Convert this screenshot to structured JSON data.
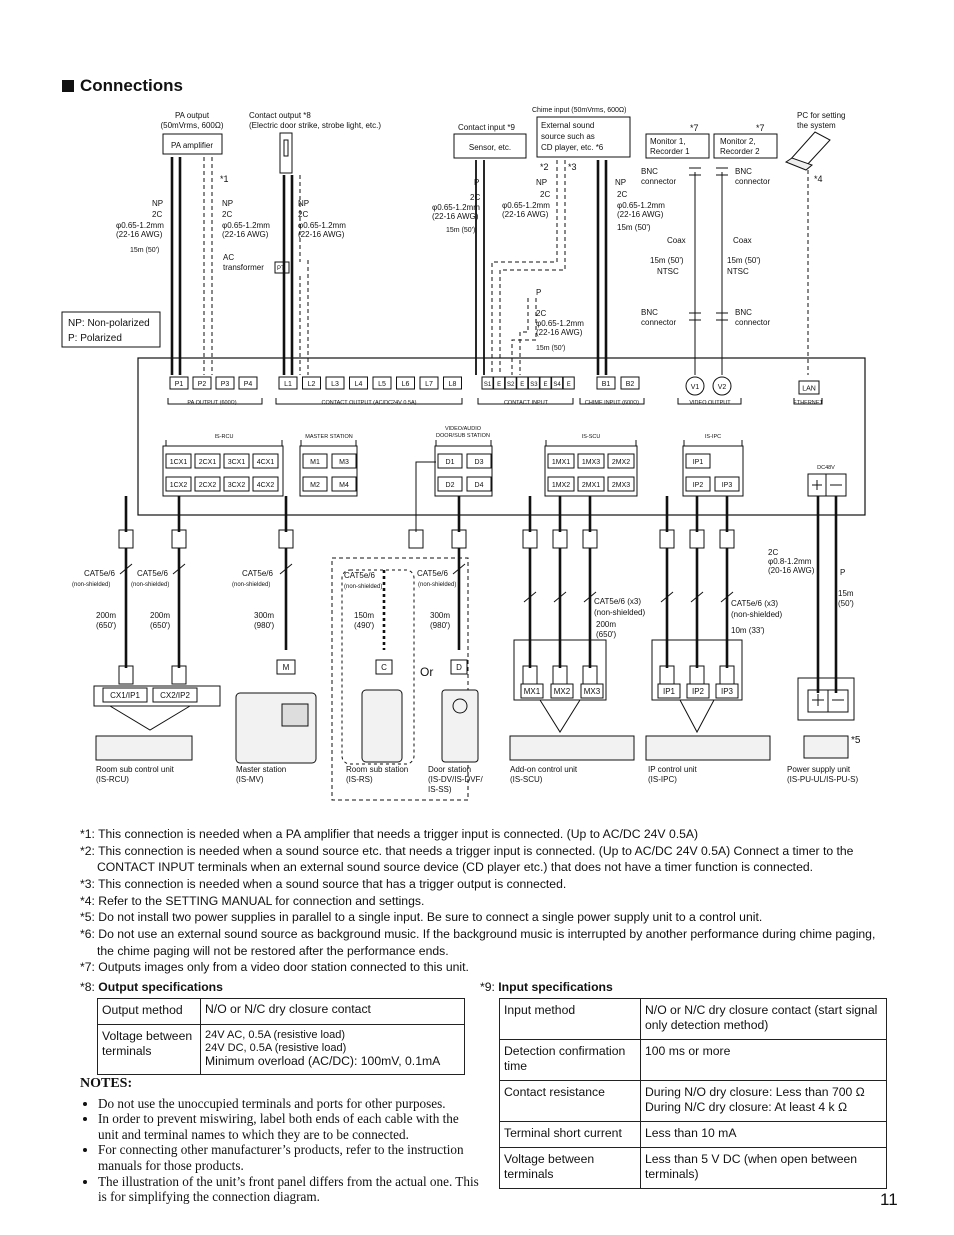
{
  "heading": "Connections",
  "page_number": "11",
  "diagram": {
    "pa_output": "PA output",
    "pa_output_level": "(50mVrms, 600Ω)",
    "pa_amplifier": "PA amplifier",
    "contact_output": "Contact output *8",
    "contact_output_sub": "(Electric door strike, strobe light, etc.)",
    "contact_input": "Contact input *9",
    "sensor": "Sensor, etc.",
    "chime_input": "Chime input (50mVrms, 600Ω)",
    "ext_sound": [
      "External sound",
      "source such as",
      "CD player, etc. *6"
    ],
    "monitor1": [
      "Monitor 1,",
      "Recorder 1"
    ],
    "monitor2": [
      "Monitor 2,",
      "Recorder 2"
    ],
    "star7": "*7",
    "pc": [
      "PC for setting",
      "the system"
    ],
    "star4": "*4",
    "star1": "*1",
    "star2": "*2",
    "star3": "*3",
    "star5": "*5",
    "np": "NP",
    "p": "P",
    "two_c": "2C",
    "gauge": "φ0.65-1.2mm",
    "awg": "(22-16 AWG)",
    "len15": "15m (50')",
    "ac_transformer": [
      "AC",
      "transformer"
    ],
    "pt": "PT",
    "bnc": [
      "BNC",
      "connector"
    ],
    "coax": "Coax",
    "ntsc": "NTSC",
    "legend": [
      "NP: Non-polarized",
      "P: Polarized"
    ],
    "terminals_pa": [
      "P1",
      "P2",
      "P3",
      "P4"
    ],
    "terminals_co": [
      "L1",
      "L2",
      "L3",
      "L4",
      "L5",
      "L6",
      "L7",
      "L8"
    ],
    "terminals_ci": [
      "S1",
      "E",
      "S2",
      "E",
      "S3",
      "E",
      "S4",
      "E"
    ],
    "terminals_chime": [
      "B1",
      "B2"
    ],
    "terminals_video": [
      "V1",
      "V2"
    ],
    "lan": "LAN",
    "grp_pa": "PA OUTPUT (600Ω)",
    "grp_co": "CONTACT OUTPUT (AC/DC24V  0.5A)",
    "grp_ci": "CONTACT INPUT",
    "grp_chime": "CHIME INPUT (600Ω)",
    "grp_video": "VIDEO OUTPUT",
    "grp_eth": "ETHERNET",
    "port_rcu": "IS-RCU",
    "port_ms": "MASTER STATION",
    "port_door": [
      "VIDEO/AUDIO",
      "DOOR/SUB STATION"
    ],
    "port_scu": "IS-SCU",
    "port_ipc": "IS-IPC",
    "dc48v": "DC48V",
    "ports_rcu_top": [
      "1CX1",
      "2CX1",
      "3CX1",
      "4CX1"
    ],
    "ports_rcu_bot": [
      "1CX2",
      "2CX2",
      "3CX2",
      "4CX2"
    ],
    "ports_ms_top": [
      "M1",
      "M3"
    ],
    "ports_ms_bot": [
      "M2",
      "M4"
    ],
    "ports_door_top": [
      "D1",
      "D3"
    ],
    "ports_door_bot": [
      "D2",
      "D4"
    ],
    "ports_scu_top": [
      "1MX1",
      "1MX3",
      "2MX2"
    ],
    "ports_scu_bot": [
      "1MX2",
      "2MX1",
      "2MX3"
    ],
    "ports_ipc_top": [
      "IP1"
    ],
    "ports_ipc_bot": [
      "IP2",
      "IP3"
    ],
    "cat": "CAT5e/6",
    "non_shielded": "(non-shielded)",
    "len200": [
      "200m",
      "(650')"
    ],
    "len300": [
      "300m",
      "(980')"
    ],
    "len150": [
      "150m",
      "(490')"
    ],
    "cat_x3": "CAT5e/6 (x3)",
    "non_shielded_x3": "(non-shielded)",
    "len10": "10m (33')",
    "gauge_power": [
      "2C",
      "φ0.8-1.2mm",
      "(20-16 AWG)"
    ],
    "len_power": [
      "15m",
      "(50')"
    ],
    "plug_m": "M",
    "plug_c": "C",
    "plug_d": "D",
    "or": "Or",
    "cx_labels": [
      "CX1/IP1",
      "CX2/IP2"
    ],
    "mx_labels": [
      "MX1",
      "MX2",
      "MX3"
    ],
    "ip_labels": [
      "IP1",
      "IP2",
      "IP3"
    ],
    "dev_rcu": [
      "Room sub control unit",
      "(IS-RCU)"
    ],
    "dev_mv": [
      "Master station",
      "(IS-MV)"
    ],
    "dev_rs": [
      "Room sub station",
      "(IS-RS)"
    ],
    "dev_door": [
      "Door station",
      "(IS-DV/IS-DVF/",
      "IS-SS)"
    ],
    "dev_scu": [
      "Add-on control unit",
      "(IS-SCU)"
    ],
    "dev_ipc": [
      "IP control unit",
      "(IS-IPC)"
    ],
    "dev_pu": [
      "Power supply unit",
      "(IS-PU-UL/IS-PU-S)"
    ]
  },
  "footnotes": [
    {
      "text": "*1: This connection is needed when a PA amplifier that needs a trigger input is connected. (Up to AC/DC 24V 0.5A)",
      "cont": ""
    },
    {
      "text": "*2: This connection is needed when a sound source etc. that needs a trigger input is connected. (Up to AC/DC 24V 0.5A) Connect a timer to the",
      "cont": "CONTACT INPUT terminals when an external sound source device (CD player etc.) that does not have a timer function is connected."
    },
    {
      "text": "*3: This connection is needed when a sound source that has a trigger output is connected.",
      "cont": ""
    },
    {
      "text": "*4: Refer to the SETTING MANUAL for connection and settings.",
      "cont": ""
    },
    {
      "text": "*5: Do not install two power supplies in parallel to a single input. Be sure to connect a single power supply unit to a control unit.",
      "cont": ""
    },
    {
      "text": "*6: Do not use an external sound source as background music. If the background music is interrupted by another performance during chime paging,",
      "cont": "the chime paging will not be restored after the performance ends."
    },
    {
      "text": "*7: Outputs images only from a video door station connected to this unit.",
      "cont": ""
    }
  ],
  "output_spec": {
    "prefix": "*8: ",
    "title": "Output specifications",
    "rows": [
      {
        "label": "Output method",
        "value": [
          "N/O or N/C dry closure contact"
        ]
      },
      {
        "label": "Voltage between terminals",
        "value": [
          "24V AC, 0.5A (resistive load)",
          "24V DC, 0.5A (resistive load)",
          "Minimum overload (AC/DC): 100mV, 0.1mA"
        ]
      }
    ]
  },
  "input_spec": {
    "prefix": "*9: ",
    "title": "Input specifications",
    "rows": [
      {
        "label": "Input method",
        "value": "N/O or N/C dry closure contact (start signal only detection method)"
      },
      {
        "label": "Detection confirmation time",
        "value": "100 ms or more"
      },
      {
        "label": "Contact resistance",
        "value": "During N/O dry closure: Less than 700 Ω\nDuring N/C dry closure: At least 4 k Ω"
      },
      {
        "label": "Terminal short current",
        "value": "Less than 10 mA"
      },
      {
        "label": "Voltage between terminals",
        "value": "Less than 5 V DC (when open between terminals)"
      }
    ]
  },
  "notes": {
    "title": "NOTES:",
    "items": [
      "Do not use the unoccupied terminals and ports for other purposes.",
      "In order to prevent miswiring, label both ends of each cable with the unit and terminal names to which they are to be connected.",
      "For connecting other manufacturer’s products, refer to the instruction manuals for those products.",
      "The illustration of the unit’s front panel differs from the actual one. This is for simplifying the connection diagram."
    ]
  }
}
